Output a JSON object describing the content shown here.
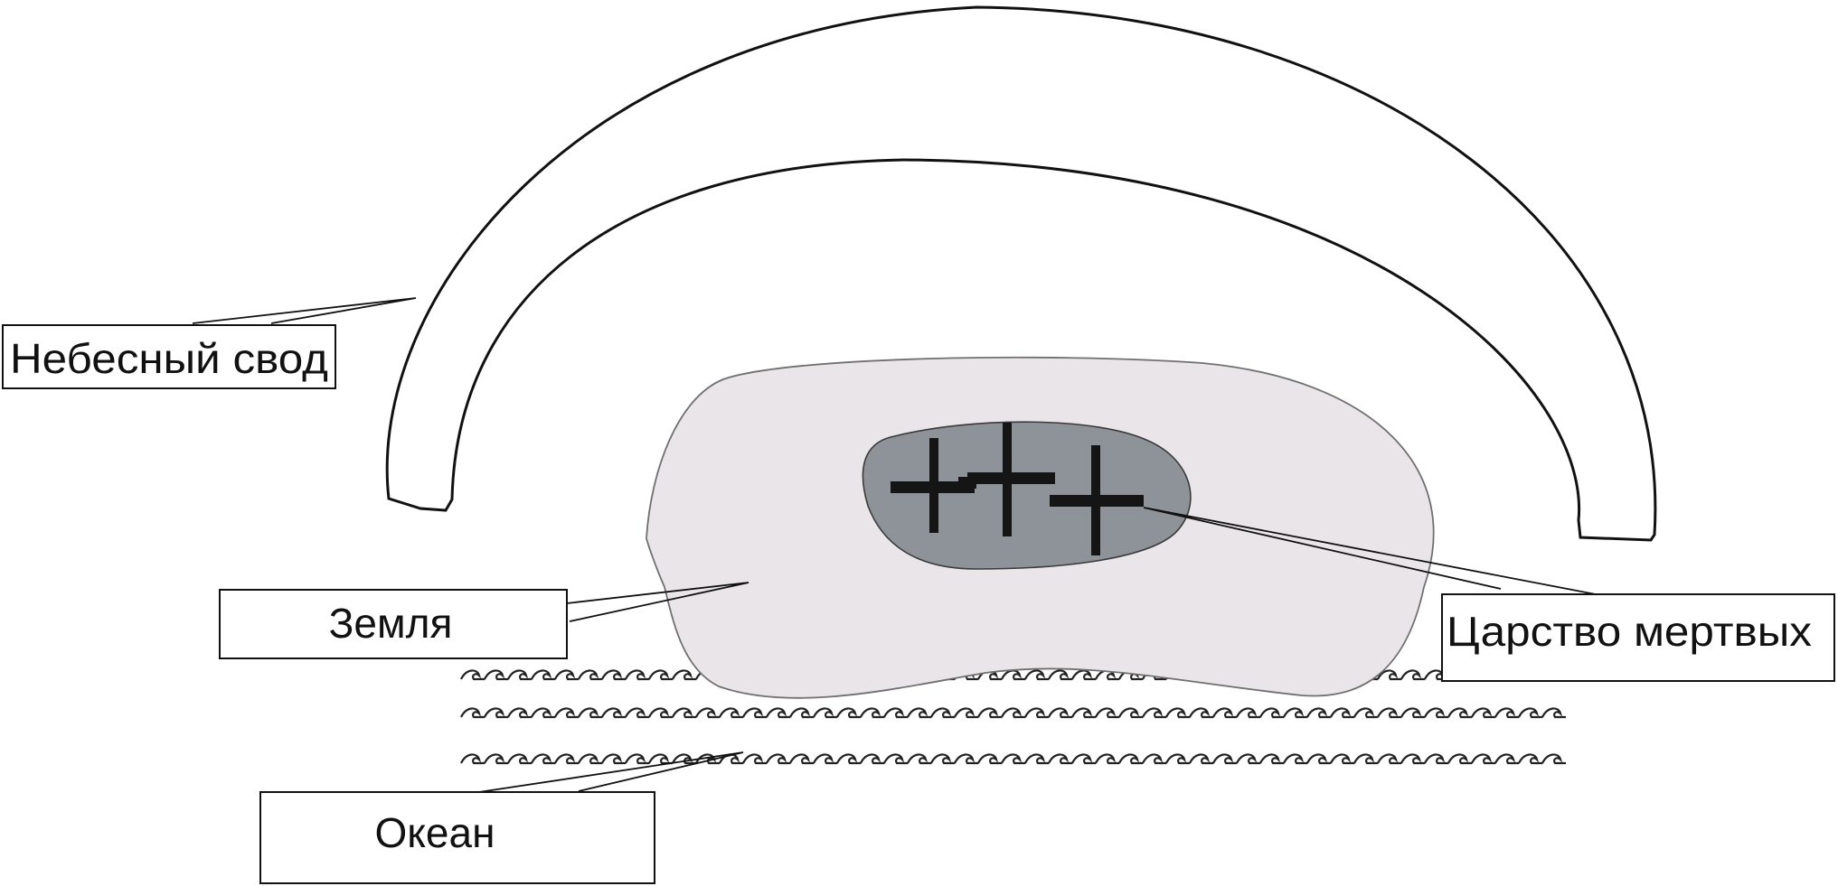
{
  "diagram": {
    "labels": {
      "sky_vault": "Небесный свод",
      "earth": "Земля",
      "underworld": "Царство мертвых",
      "ocean": "Океан"
    }
  },
  "colors": {
    "line": "#111111",
    "earth_fill": "#e9e5e8",
    "underworld_fill": "#8d9399",
    "cross": "#151515",
    "wave": "#222222"
  }
}
